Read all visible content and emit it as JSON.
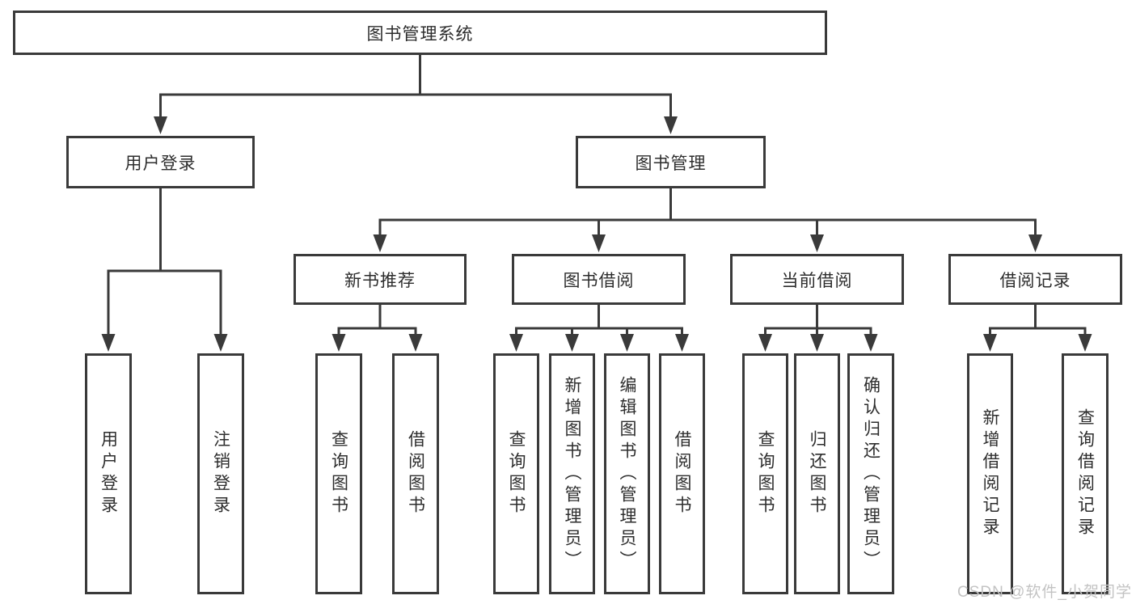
{
  "diagram": {
    "root": {
      "label": "图书管理系统"
    },
    "branches": [
      {
        "label": "用户登录",
        "children": [
          {
            "label": "用户登录"
          },
          {
            "label": "注销登录"
          }
        ]
      },
      {
        "label": "图书管理",
        "children": [
          {
            "label": "新书推荐",
            "children": [
              {
                "label": "查询图书"
              },
              {
                "label": "借阅图书"
              }
            ]
          },
          {
            "label": "图书借阅",
            "children": [
              {
                "label": "查询图书"
              },
              {
                "label": "新增图书（管理员）"
              },
              {
                "label": "编辑图书（管理员）"
              },
              {
                "label": "借阅图书"
              }
            ]
          },
          {
            "label": "当前借阅",
            "children": [
              {
                "label": "查询图书"
              },
              {
                "label": "归还图书"
              },
              {
                "label": "确认归还（管理员）"
              }
            ]
          },
          {
            "label": "借阅记录",
            "children": [
              {
                "label": "新增借阅记录"
              },
              {
                "label": "查询借阅记录"
              }
            ]
          }
        ]
      }
    ]
  },
  "watermark": {
    "text": "CSDN @软件_小贺同学",
    "color": "#c3c3c3"
  },
  "colors": {
    "line": "#3a3a3a",
    "border": "#3a3a3a",
    "text": "#2d2d2d",
    "background": "#ffffff"
  }
}
